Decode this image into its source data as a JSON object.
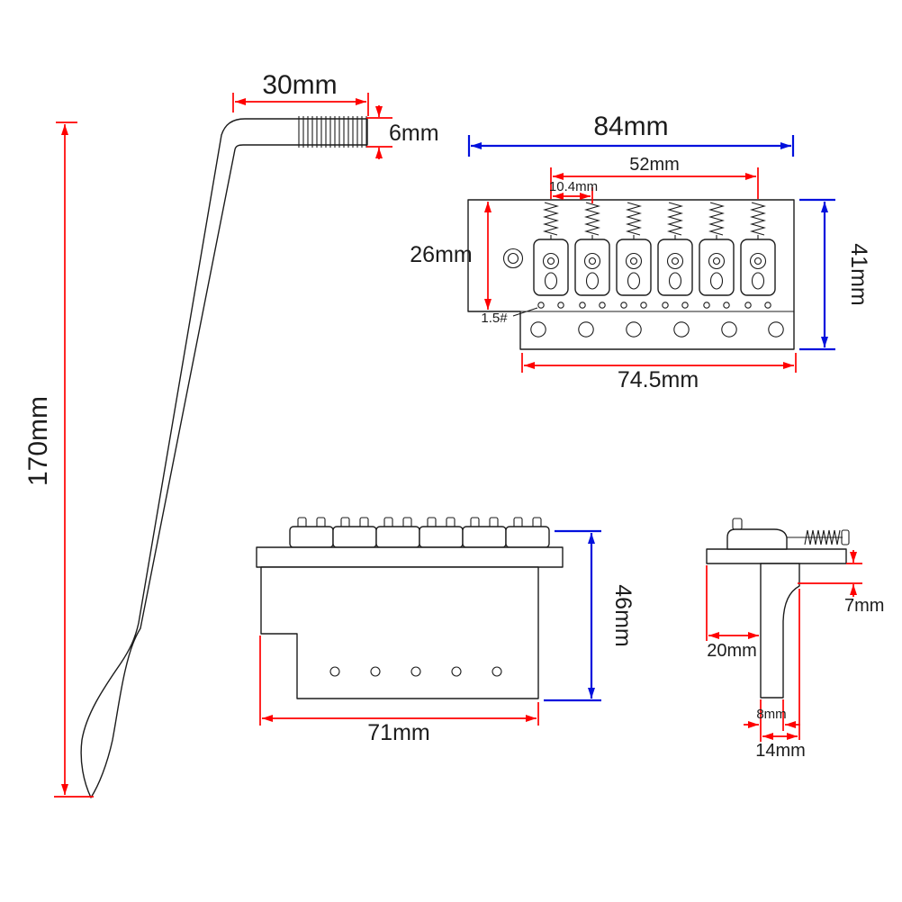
{
  "colors": {
    "dim_red": "#ff0000",
    "dim_blue": "#0010dd",
    "ink": "#1c1c1c",
    "paper": "#ffffff"
  },
  "views": {
    "arm": {
      "labels": {
        "length_top": "30mm",
        "thread": "6mm",
        "length_main": "170mm"
      }
    },
    "front": {
      "labels": {
        "width_overall": "84mm",
        "saddle_spread": "52mm",
        "saddle_pitch": "10.4mm",
        "height_left": "26mm",
        "screw_gauge": "1.5#",
        "height_overall": "41mm",
        "width_base": "74.5mm"
      }
    },
    "bottom": {
      "labels": {
        "height": "46mm",
        "width": "71mm"
      }
    },
    "side": {
      "labels": {
        "edge": "7mm",
        "depth": "20mm",
        "block_bottom": "8mm",
        "block_top": "14mm"
      }
    }
  }
}
